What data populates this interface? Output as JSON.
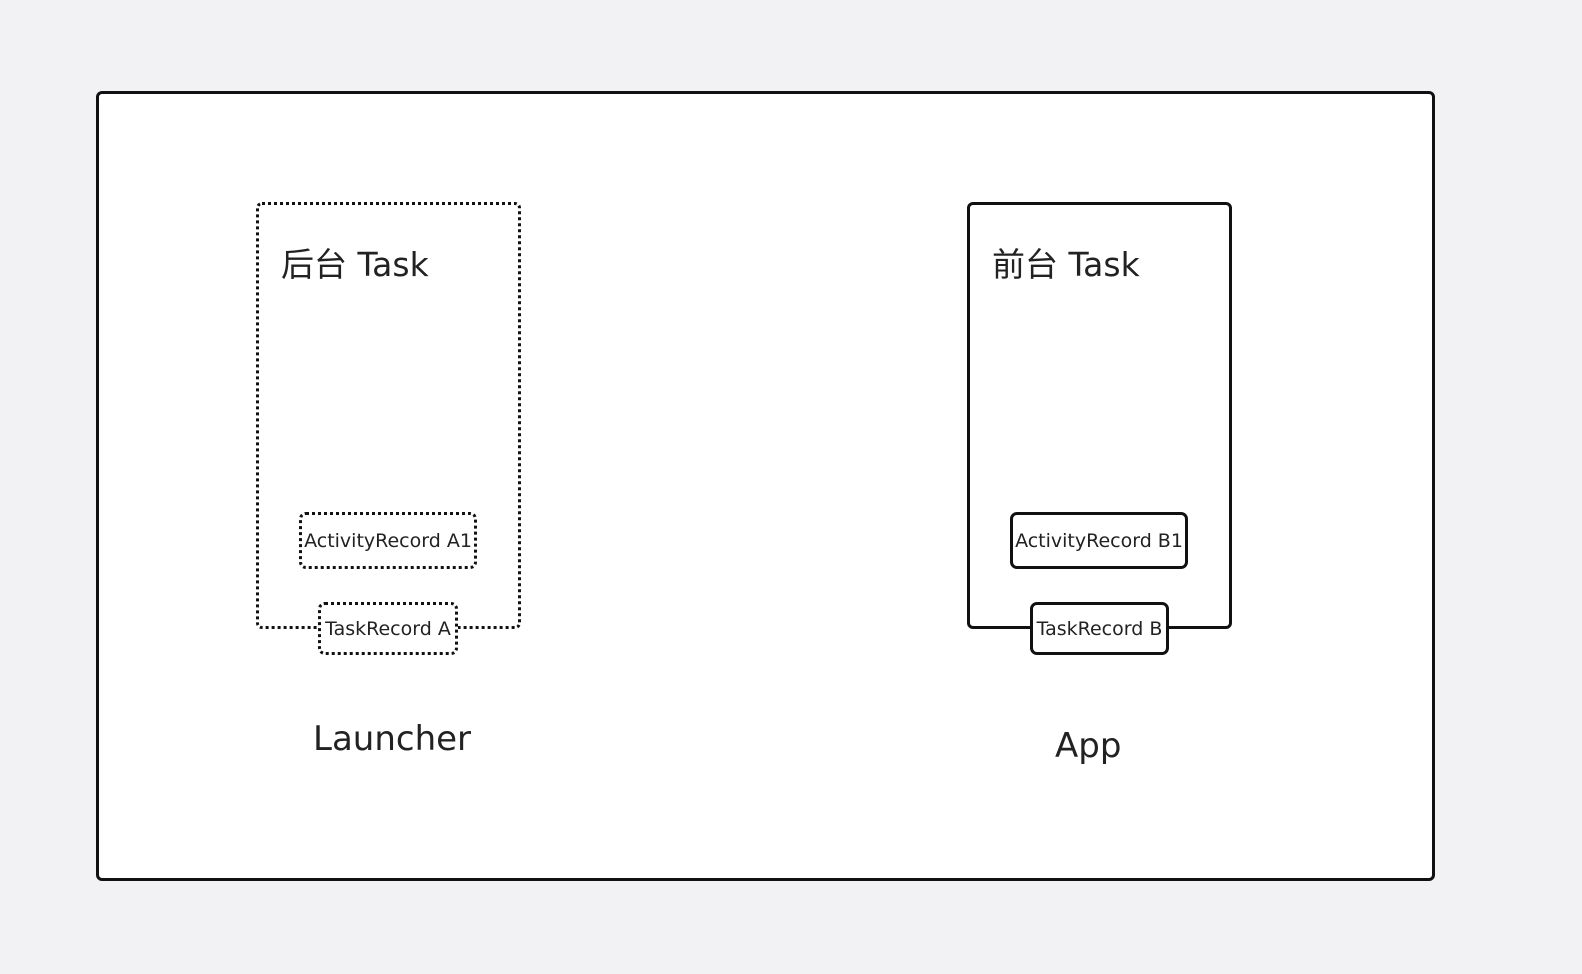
{
  "diagram": {
    "left_group": {
      "task_title": "后台 Task",
      "activity_record": "ActivityRecord A1",
      "task_record": "TaskRecord A",
      "caption": "Launcher"
    },
    "right_group": {
      "task_title": "前台 Task",
      "activity_record": "ActivityRecord B1",
      "task_record": "TaskRecord B",
      "caption": "App"
    }
  }
}
